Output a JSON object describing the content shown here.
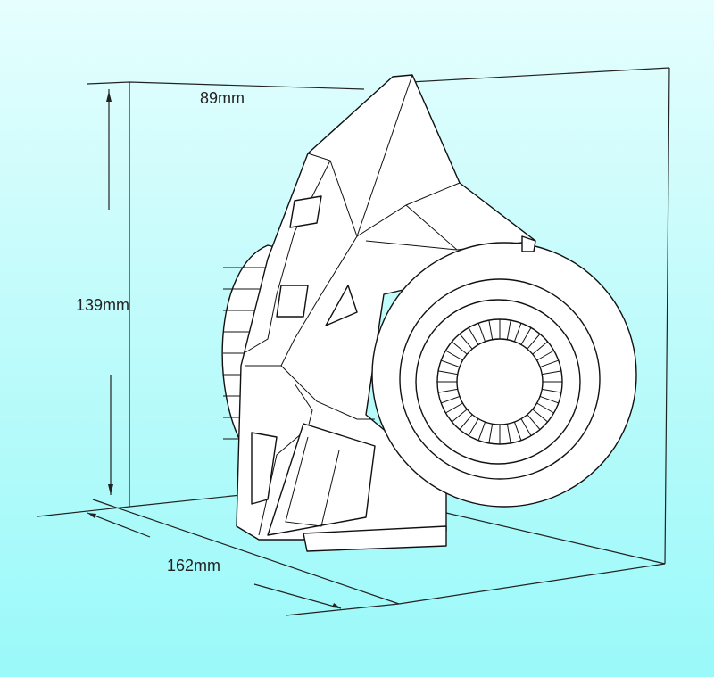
{
  "dimensions": {
    "width_label": "89mm",
    "height_label": "139mm",
    "depth_label": "162mm"
  },
  "model": {
    "subject": "respirator-mask",
    "fill_color": "#ffffff",
    "line_color": "#111111"
  },
  "background": {
    "top_color": "#e6fefe",
    "bottom_color": "#9af9f9"
  }
}
